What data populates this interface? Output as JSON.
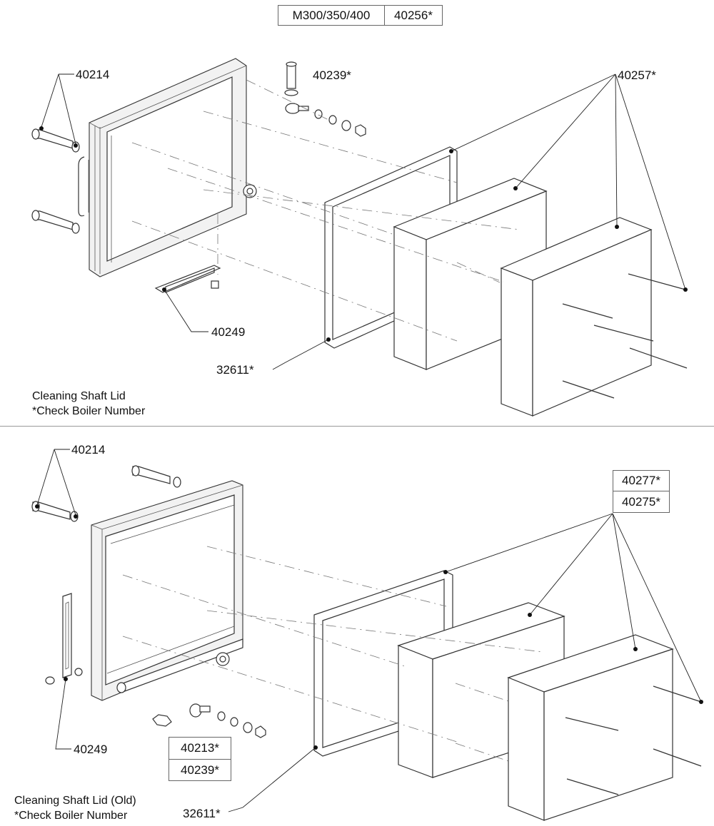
{
  "header": {
    "model": "M300/350/400",
    "part": "40256*"
  },
  "top": {
    "labels": {
      "bolt": "40214",
      "fitting": "40239*",
      "insulation": "40257*",
      "bracket": "40249",
      "gasket": "32611*"
    },
    "caption": {
      "title": "Cleaning Shaft Lid",
      "note": "*Check Boiler Number"
    }
  },
  "bottom": {
    "labels": {
      "bolt": "40214",
      "insulation_a": "40277*",
      "insulation_b": "40275*",
      "bracket": "40249",
      "fitting_a": "40213*",
      "fitting_b": "40239*",
      "gasket": "32611*"
    },
    "caption": {
      "title": "Cleaning Shaft Lid (Old)",
      "note": "*Check Boiler Number"
    }
  }
}
